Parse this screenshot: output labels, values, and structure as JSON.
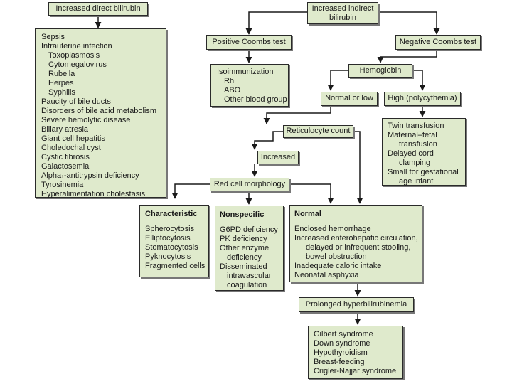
{
  "direct": {
    "title": "Increased direct bilirubin",
    "causes": [
      {
        "text": "Sepsis"
      },
      {
        "text": "Intrauterine infection"
      },
      {
        "text": "Toxoplasmosis",
        "indent": true
      },
      {
        "text": "Cytomegalovirus",
        "indent": true
      },
      {
        "text": "Rubella",
        "indent": true
      },
      {
        "text": "Herpes",
        "indent": true
      },
      {
        "text": "Syphilis",
        "indent": true
      },
      {
        "text": "Paucity of bile ducts"
      },
      {
        "text": "Disorders of bile acid metabolism"
      },
      {
        "text": "Severe hemolytic disease"
      },
      {
        "text": "Biliary atresia"
      },
      {
        "text": "Giant cell hepatitis"
      },
      {
        "text": "Choledochal cyst"
      },
      {
        "text": "Cystic fibrosis"
      },
      {
        "text": "Galactosemia"
      },
      {
        "text": "Alpha₁-antitrypsin deficiency"
      },
      {
        "text": "Tyrosinemia"
      },
      {
        "text": "Hyperalimentation cholestasis"
      }
    ]
  },
  "indirect": {
    "title_line1": "Increased indirect",
    "title_line2": "bilirubin"
  },
  "coombs_positive": {
    "title": "Positive Coombs test"
  },
  "isoimmunization": {
    "title": "Isoimmunization",
    "items": [
      "Rh",
      "ABO",
      "Other blood group"
    ]
  },
  "coombs_negative": {
    "title": "Negative Coombs test"
  },
  "hemoglobin": {
    "title": "Hemoglobin"
  },
  "normal_low": {
    "title": "Normal or low"
  },
  "high": {
    "title": "High (polycythemia)"
  },
  "polycythemia_causes": [
    {
      "text": "Twin transfusion"
    },
    {
      "text": "Maternal–fetal"
    },
    {
      "text": "transfusion",
      "indent": true
    },
    {
      "text": "Delayed cord"
    },
    {
      "text": "clamping",
      "indent": true
    },
    {
      "text": "Small for gestational"
    },
    {
      "text": "age infant",
      "indent": true
    }
  ],
  "reticulocyte": {
    "title": "Reticulocyte count"
  },
  "increased": {
    "title": "Increased"
  },
  "morphology": {
    "title": "Red cell morphology"
  },
  "characteristic": {
    "title": "Characteristic",
    "items": [
      {
        "text": "Spherocytosis"
      },
      {
        "text": "Elliptocytosis"
      },
      {
        "text": "Stomatocytosis"
      },
      {
        "text": "Pyknocytosis"
      },
      {
        "text": "Fragmented cells"
      }
    ]
  },
  "nonspecific": {
    "title": "Nonspecific",
    "items": [
      {
        "text": "G6PD deficiency"
      },
      {
        "text": "PK deficiency"
      },
      {
        "text": "Other enzyme"
      },
      {
        "text": "deficiency",
        "indent": true
      },
      {
        "text": "Disseminated"
      },
      {
        "text": "intravascular",
        "indent": true
      },
      {
        "text": "coagulation",
        "indent": true
      }
    ]
  },
  "normal": {
    "title": "Normal",
    "items": [
      {
        "text": "Enclosed hemorrhage"
      },
      {
        "text": "Increased enterohepatic circulation,"
      },
      {
        "text": "delayed or infrequent stooling,",
        "indent": true
      },
      {
        "text": "bowel obstruction",
        "indent": true
      },
      {
        "text": "Inadequate caloric intake"
      },
      {
        "text": "Neonatal asphyxia"
      }
    ]
  },
  "prolonged": {
    "title": "Prolonged hyperbilirubinemia"
  },
  "prolonged_causes": [
    {
      "text": "Gilbert syndrome"
    },
    {
      "text": "Down syndrome"
    },
    {
      "text": "Hypothyroidism"
    },
    {
      "text": "Breast-feeding"
    },
    {
      "text": "Crigler-Najjar syndrome"
    }
  ]
}
